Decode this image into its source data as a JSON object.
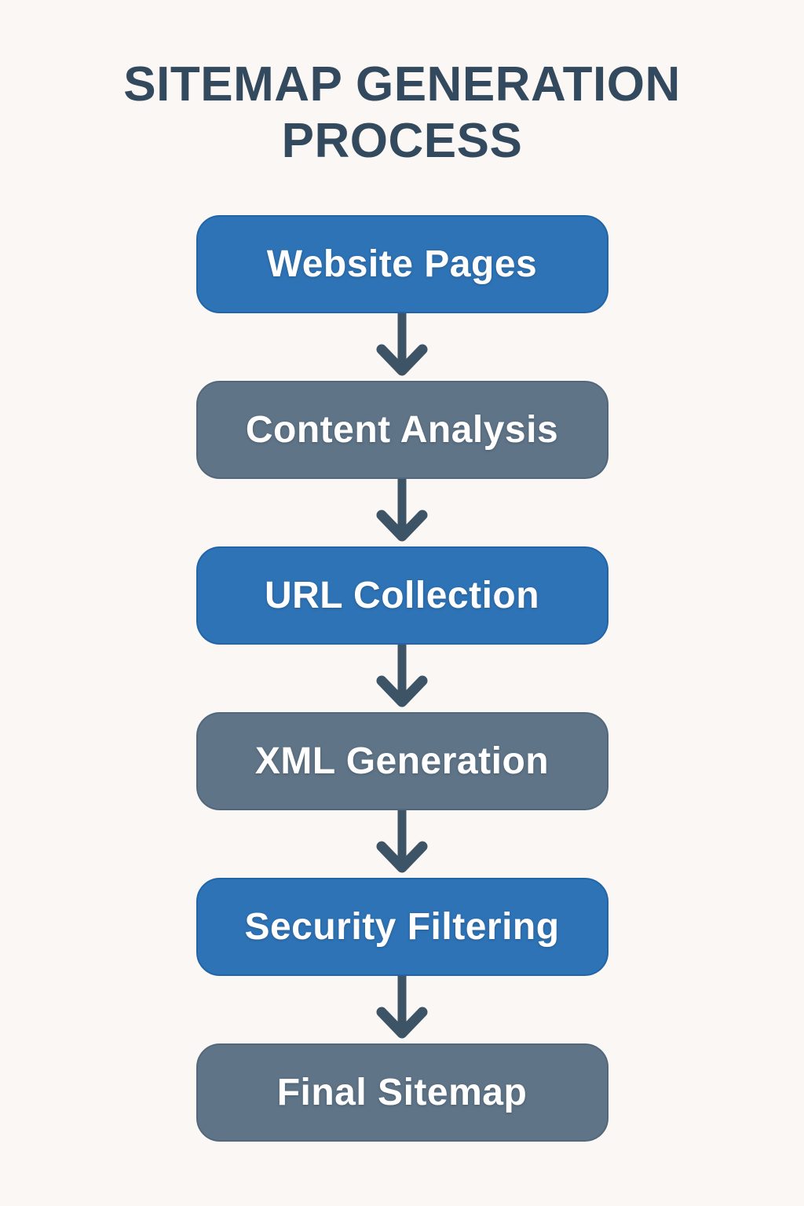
{
  "header": {
    "line1": "SITEMAP GENERATION",
    "line2": "PROCESS"
  },
  "flow": {
    "steps": [
      {
        "label": "Website Pages",
        "variant": "blue"
      },
      {
        "label": "Content Analysis",
        "variant": "gray"
      },
      {
        "label": "URL Collection",
        "variant": "blue"
      },
      {
        "label": "XML Generation",
        "variant": "gray"
      },
      {
        "label": "Security Filtering",
        "variant": "blue"
      },
      {
        "label": "Final Sitemap",
        "variant": "gray"
      }
    ]
  },
  "palette": {
    "background": "#faf7f4",
    "title": "#33495e",
    "arrow": "#3d5366",
    "box_text": "#ffffff",
    "blue": {
      "fill": "#2e73b6",
      "border": "#2264a8"
    },
    "gray": {
      "fill": "#5f7487",
      "border": "#52677b"
    }
  }
}
